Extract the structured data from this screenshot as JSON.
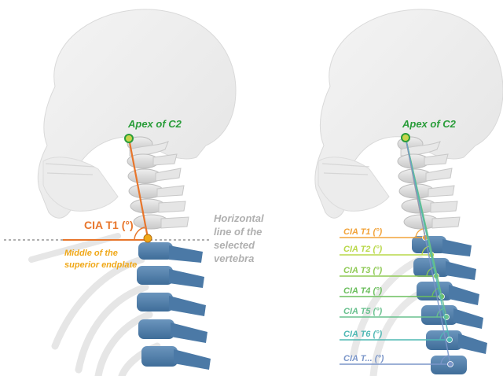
{
  "left_panel": {
    "apex_label": "Apex of C2",
    "angle_label": "CIA T1 (°)",
    "horizontal_label": [
      "Horizontal",
      "line of the",
      "selected",
      "vertebra"
    ],
    "endplate_label": [
      "Middle of the",
      "superior  endplate"
    ]
  },
  "right_panel": {
    "apex_label": "Apex of C2",
    "levels": [
      {
        "label": "CIA T1 (°)",
        "color": "#f2a33a"
      },
      {
        "label": "CIA T2 (°)",
        "color": "#b9d84a"
      },
      {
        "label": "CIA T3 (°)",
        "color": "#8fca55"
      },
      {
        "label": "CIA T4 (°)",
        "color": "#6cbf5e"
      },
      {
        "label": "CIA T5 (°)",
        "color": "#69c18e"
      },
      {
        "label": "CIA T6 (°)",
        "color": "#4fb8b4"
      },
      {
        "label": "CIA T... (°)",
        "color": "#7b96c9"
      }
    ]
  },
  "colors": {
    "apex": "#2a9d3a",
    "cia": "#e8762c",
    "endplate": "#f0a818",
    "horizontal": "#b0b0b0",
    "thoracic": "#4f7eab",
    "bone": "#dcdcdc"
  }
}
